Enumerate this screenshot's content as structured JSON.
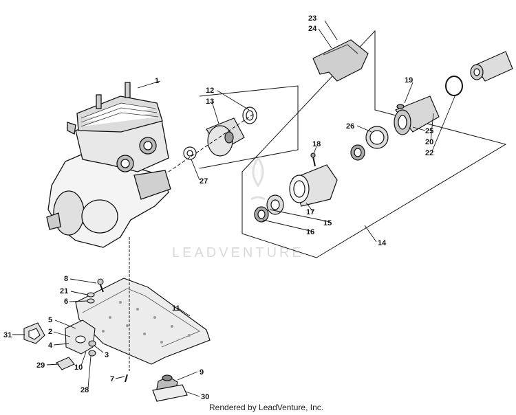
{
  "diagram": {
    "watermark": "LEADVENTURE",
    "credit": "Rendered by LeadVenture, Inc.",
    "callouts": [
      "1",
      "2",
      "3",
      "4",
      "5",
      "6",
      "7",
      "8",
      "9",
      "10",
      "11",
      "12",
      "13",
      "14",
      "15",
      "16",
      "17",
      "18",
      "19",
      "20",
      "21",
      "22",
      "23",
      "24",
      "25",
      "26",
      "27",
      "28",
      "29",
      "30",
      "31"
    ]
  }
}
